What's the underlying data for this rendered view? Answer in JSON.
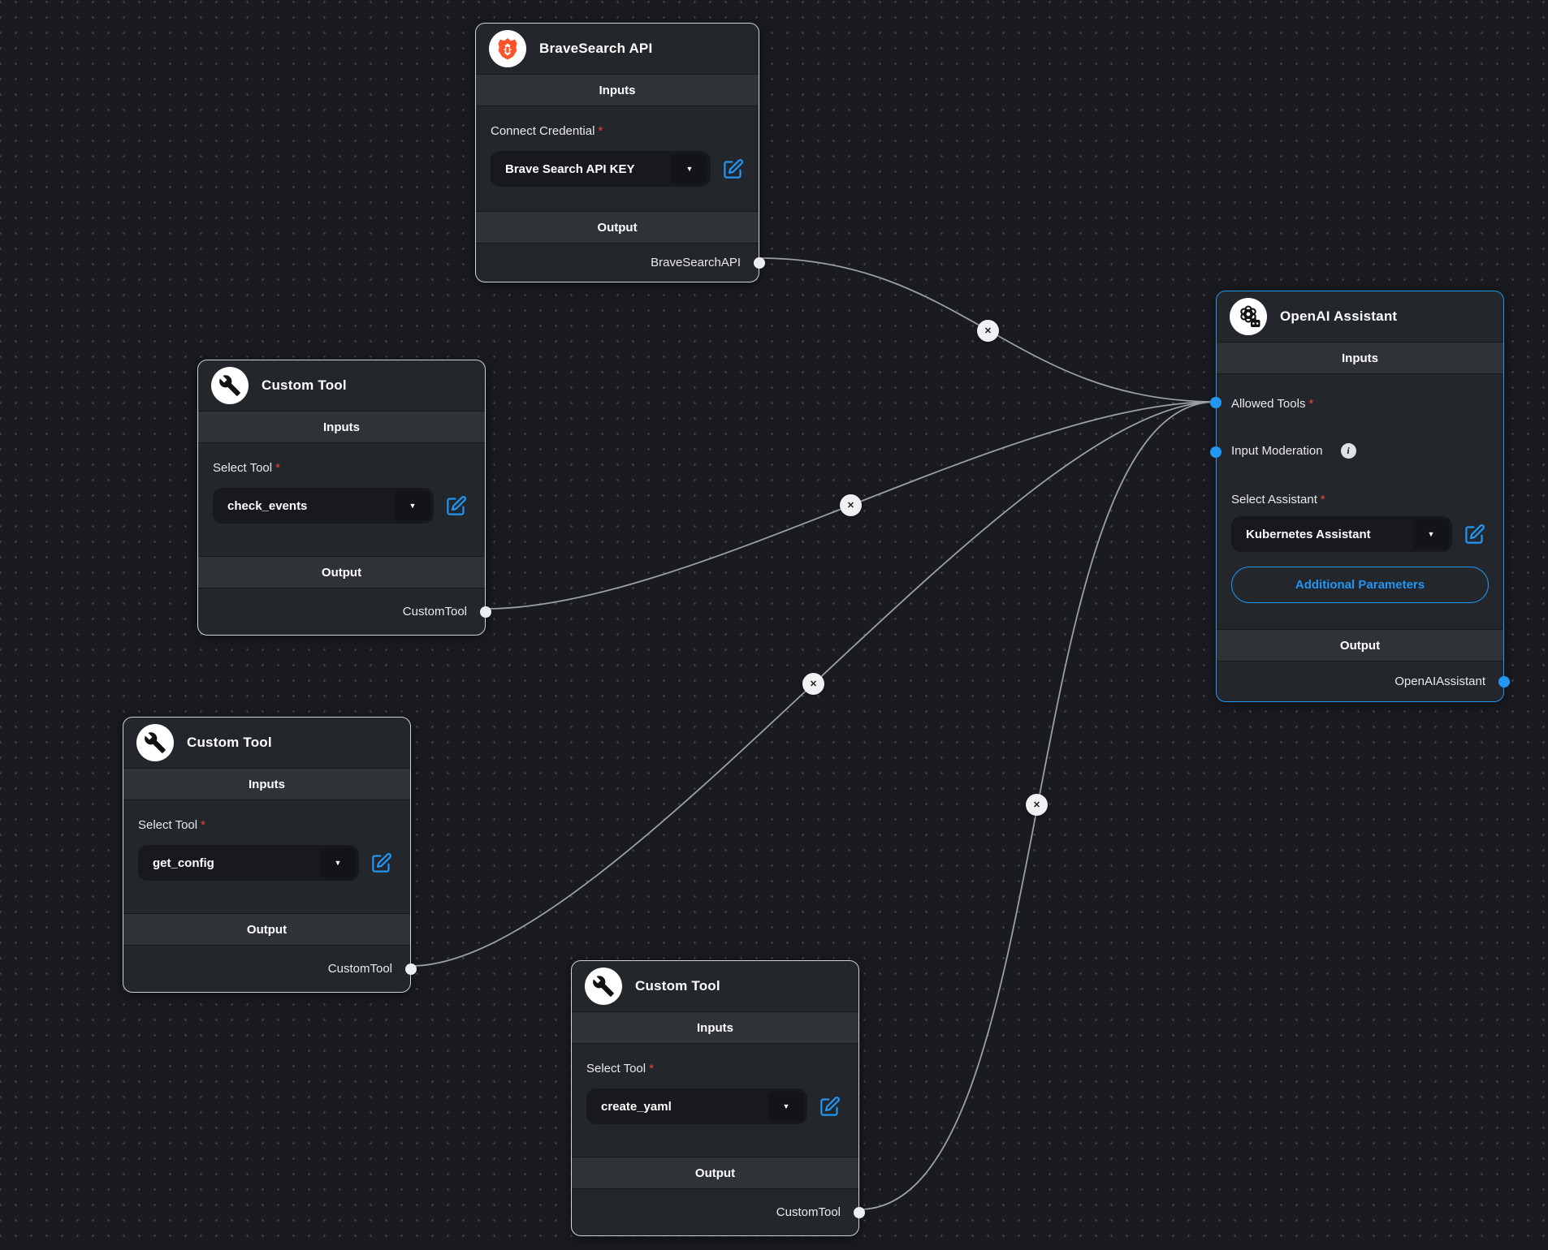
{
  "labels": {
    "inputs": "Inputs",
    "output": "Output",
    "required_mark": "*"
  },
  "glyphs": {
    "edge_close": "✕",
    "caret_down": "▼",
    "info": "i"
  },
  "colors": {
    "accent_blue": "#2196f3",
    "edge_gray": "#9aa0a6",
    "required_red": "#f44336",
    "brave_orange": "#fb542b",
    "node_bg": "#23262b",
    "canvas_bg": "#191b20"
  },
  "nodes": {
    "brave_search": {
      "title": "BraveSearch API",
      "credential_label": "Connect Credential",
      "credential_value": "Brave Search API KEY",
      "output_anchor": "BraveSearchAPI"
    },
    "custom_tool_check_events": {
      "title": "Custom Tool",
      "select_label": "Select Tool",
      "selected_value": "check_events",
      "output_anchor": "CustomTool"
    },
    "custom_tool_get_config": {
      "title": "Custom Tool",
      "select_label": "Select Tool",
      "selected_value": "get_config",
      "output_anchor": "CustomTool"
    },
    "custom_tool_create_yaml": {
      "title": "Custom Tool",
      "select_label": "Select Tool",
      "selected_value": "create_yaml",
      "output_anchor": "CustomTool"
    },
    "openai_assistant": {
      "title": "OpenAI Assistant",
      "allowed_tools_label": "Allowed Tools",
      "input_moderation_label": "Input Moderation",
      "select_assistant_label": "Select Assistant",
      "selected_value": "Kubernetes Assistant",
      "additional_parameters_label": "Additional Parameters",
      "output_anchor": "OpenAIAssistant"
    }
  }
}
